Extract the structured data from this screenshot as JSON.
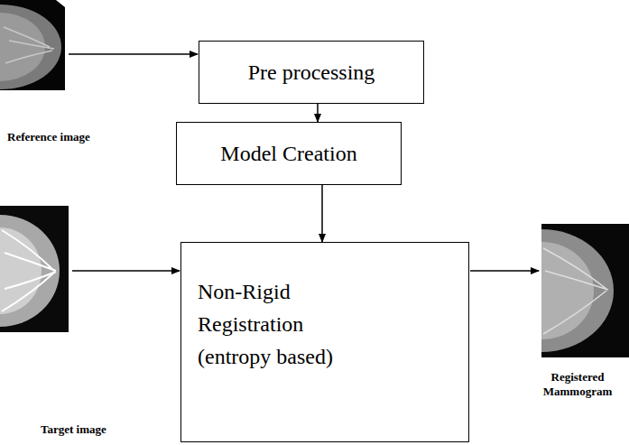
{
  "diagram": {
    "nodes": [
      {
        "text": [
          "Pre processing"
        ]
      },
      {
        "text": [
          "Model Creation"
        ]
      },
      {
        "text": [
          "Non-Rigid Registration (entropy based)"
        ]
      }
    ],
    "edges": [
      {
        "from": 0,
        "to": 1,
        "arrow": "to"
      },
      {
        "from": 1,
        "to": 2,
        "arrow": "to"
      }
    ],
    "labels": [
      "Reference image",
      "Target image",
      "Registered Mammogram"
    ]
  }
}
